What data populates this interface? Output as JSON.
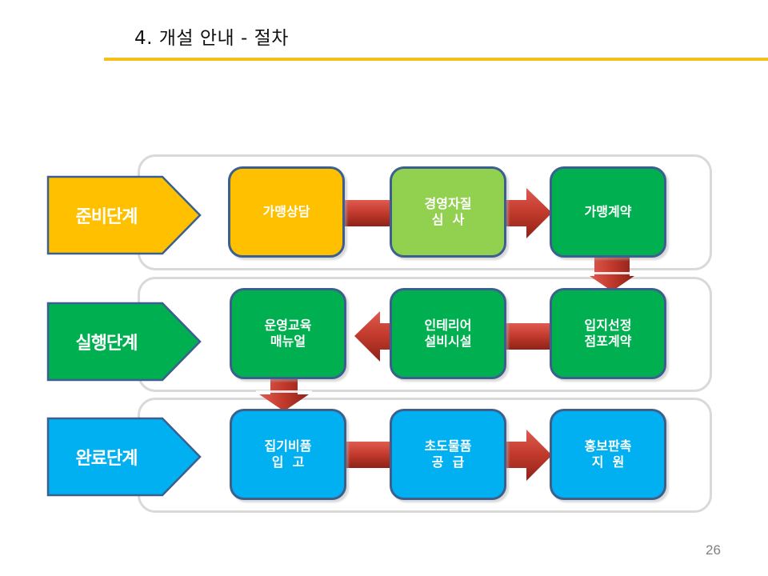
{
  "header": {
    "title": "4. 개설 안내 - 절차",
    "accent_color": "#f5c01a"
  },
  "colors": {
    "stage_prep": "#ffc000",
    "stage_exec": "#00b050",
    "stage_done": "#00b0f0",
    "step_light_green": "#92d050",
    "arrow": "#c0392b",
    "border": "#3b5f8f"
  },
  "stages": [
    {
      "label": "준비단계",
      "color": "#ffc000"
    },
    {
      "label": "실행단계",
      "color": "#00b050"
    },
    {
      "label": "완료단계",
      "color": "#00b0f0"
    }
  ],
  "steps": [
    {
      "line1": "가맹상담",
      "line2": "",
      "color": "#ffc000"
    },
    {
      "line1": "경영자질",
      "line2": "심  사",
      "color": "#92d050"
    },
    {
      "line1": "가맹계약",
      "line2": "",
      "color": "#00b050"
    },
    {
      "line1": "운영교육",
      "line2": "매뉴얼",
      "color": "#00b050"
    },
    {
      "line1": "인테리어",
      "line2": "설비시설",
      "color": "#00b050"
    },
    {
      "line1": "입지선정",
      "line2": "점포계약",
      "color": "#00b050"
    },
    {
      "line1": "집기비품",
      "line2": "입  고",
      "color": "#00b0f0"
    },
    {
      "line1": "초도물품",
      "line2": "공  급",
      "color": "#00b0f0"
    },
    {
      "line1": "홍보판촉",
      "line2": "지  원",
      "color": "#00b0f0"
    }
  ],
  "footer": {
    "page_number": "26"
  }
}
